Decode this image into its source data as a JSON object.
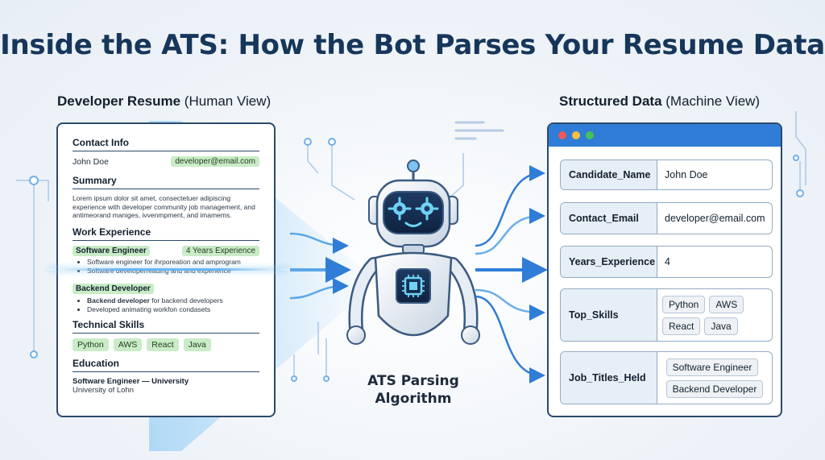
{
  "title": "Inside the ATS: How the Bot Parses Your Resume Data",
  "left_heading": {
    "bold": "Developer Resume",
    "normal": " (Human View)"
  },
  "right_heading": {
    "bold": "Structured Data",
    "normal": " (Machine View)"
  },
  "resume": {
    "contact_heading": "Contact Info",
    "name": "John Doe",
    "email": "developer@email.com",
    "summary_heading": "Summary",
    "summary_text": "Lorem ipsum dolor sit amet, consectetuer adipiscing experience with developer community job management, and antimeorand maniges, ivvenmpment, and imamems.",
    "work_heading": "Work Experience",
    "job1_title": "Software Engineer",
    "job1_years": "4 Years Experience",
    "job1_bullets": [
      "Software engineer for ihrporeation and amprogram",
      "Software developerreading and and experience"
    ],
    "job2_title": "Backend Developer",
    "job2_bullet1_strong": "Backend developer",
    "job2_bullet1_rest": " for backend developers",
    "job2_bullet2": "Developed animating workfon condasets",
    "skills_heading": "Technical Skills",
    "skills": [
      "Python",
      "AWS",
      "React",
      "Java"
    ],
    "education_heading": "Education",
    "edu_line1": "Software Engineer — University",
    "edu_line2": "University of Lohn"
  },
  "algorithm_label": [
    "ATS Parsing",
    "Algorithm"
  ],
  "structured": {
    "candidate_name": {
      "key": "Candidate_Name",
      "value": "John Doe"
    },
    "contact_email": {
      "key": "Contact_Email",
      "value": "developer@email.com"
    },
    "years_experience": {
      "key": "Years_Experience",
      "value": "4"
    },
    "top_skills": {
      "key": "Top_Skills",
      "values": [
        "Python",
        "AWS",
        "React",
        "Java"
      ]
    },
    "job_titles": {
      "key": "Job_Titles_Held",
      "values": [
        "Software Engineer",
        "Backend Developer"
      ]
    }
  },
  "colors": {
    "accent": "#2f7dd6",
    "navy": "#16365a",
    "highlight": "#c9ecc7",
    "window_red": "#ee5a5a",
    "window_yellow": "#f3c043",
    "window_green": "#46c25a"
  }
}
